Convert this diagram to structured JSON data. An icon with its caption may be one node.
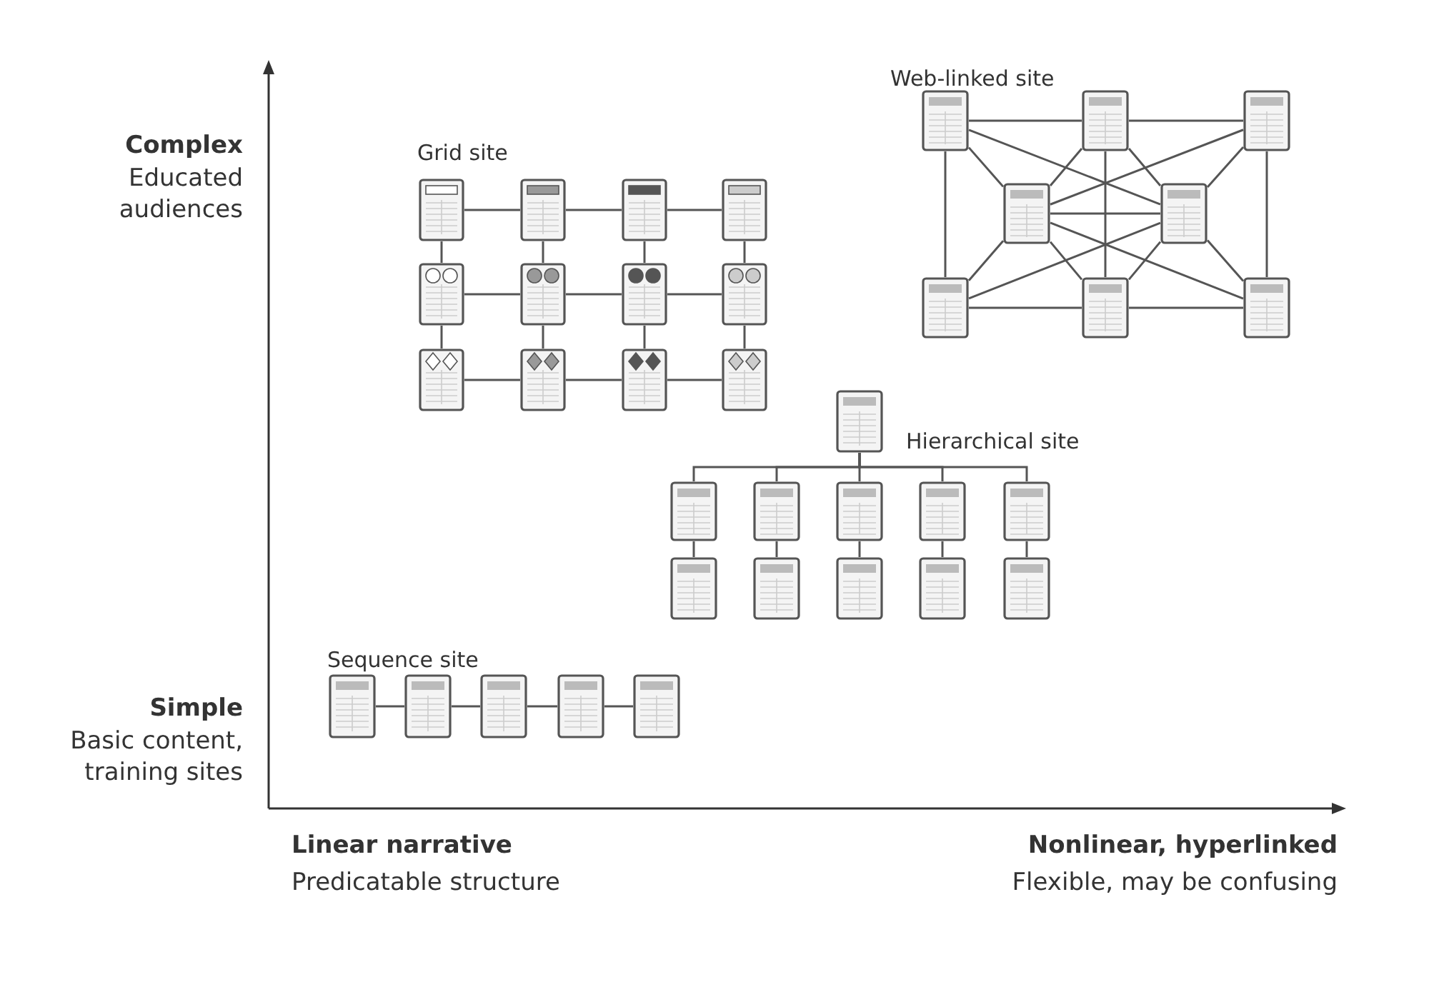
{
  "diagram": {
    "nodes": [
      {
        "text": [],
        "shape": "box"
      },
      {
        "text": [],
        "shape": "box"
      },
      {
        "text": [],
        "shape": "box"
      },
      {
        "text": [],
        "shape": "box"
      },
      {
        "text": [],
        "shape": "box"
      },
      {
        "text": [],
        "shape": "box"
      },
      {
        "text": [],
        "shape": "box"
      },
      {
        "text": [],
        "shape": "box"
      },
      {
        "text": [],
        "shape": "box"
      },
      {
        "text": [],
        "shape": "box"
      },
      {
        "text": [],
        "shape": "box"
      },
      {
        "text": [],
        "shape": "box"
      },
      {
        "text": [],
        "shape": "box"
      },
      {
        "text": [],
        "shape": "box"
      },
      {
        "text": [],
        "shape": "box"
      },
      {
        "text": [],
        "shape": "box"
      },
      {
        "text": [],
        "shape": "box"
      },
      {
        "text": [],
        "shape": "box"
      },
      {
        "text": [],
        "shape": "box"
      },
      {
        "text": [],
        "shape": "box"
      },
      {
        "text": [],
        "shape": "box"
      },
      {
        "text": [],
        "shape": "box"
      },
      {
        "text": [],
        "shape": "box"
      },
      {
        "text": [],
        "shape": "box"
      },
      {
        "text": [],
        "shape": "box"
      },
      {
        "text": [],
        "shape": "box"
      },
      {
        "text": [],
        "shape": "box"
      },
      {
        "text": [],
        "shape": "box"
      },
      {
        "text": [],
        "shape": "box"
      },
      {
        "text": [],
        "shape": "box"
      },
      {
        "text": [],
        "shape": "box"
      },
      {
        "text": [],
        "shape": "box"
      },
      {
        "text": [],
        "shape": "box"
      },
      {
        "text": [],
        "shape": "box"
      },
      {
        "text": [],
        "shape": "box"
      },
      {
        "text": [],
        "shape": "box"
      }
    ],
    "edges": [
      {
        "from": 0,
        "to": 1,
        "arrow": "none"
      },
      {
        "from": 1,
        "to": 2,
        "arrow": "none"
      },
      {
        "from": 0,
        "to": 5,
        "arrow": "none"
      },
      {
        "from": 2,
        "to": 7,
        "arrow": "none"
      },
      {
        "from": 5,
        "to": 6,
        "arrow": "none"
      },
      {
        "from": 6,
        "to": 7,
        "arrow": "none"
      },
      {
        "from": 1,
        "to": 6,
        "arrow": "none"
      },
      {
        "from": 0,
        "to": 3,
        "arrow": "none"
      },
      {
        "from": 1,
        "to": 3,
        "arrow": "none"
      },
      {
        "from": 5,
        "to": 3,
        "arrow": "none"
      },
      {
        "from": 6,
        "to": 3,
        "arrow": "none"
      },
      {
        "from": 1,
        "to": 4,
        "arrow": "none"
      },
      {
        "from": 2,
        "to": 4,
        "arrow": "none"
      },
      {
        "from": 6,
        "to": 4,
        "arrow": "none"
      },
      {
        "from": 7,
        "to": 4,
        "arrow": "none"
      },
      {
        "from": 3,
        "to": 4,
        "arrow": "none"
      },
      {
        "from": 0,
        "to": 4,
        "arrow": "none"
      },
      {
        "from": 2,
        "to": 3,
        "arrow": "none"
      },
      {
        "from": 5,
        "to": 4,
        "arrow": "none"
      },
      {
        "from": 7,
        "to": 3,
        "arrow": "none"
      },
      {
        "from": 8,
        "to": 9,
        "arrow": "none"
      },
      {
        "from": 9,
        "to": 10,
        "arrow": "none"
      },
      {
        "from": 10,
        "to": 11,
        "arrow": "none"
      },
      {
        "from": 12,
        "to": 13,
        "arrow": "none"
      },
      {
        "from": 13,
        "to": 14,
        "arrow": "none"
      },
      {
        "from": 14,
        "to": 15,
        "arrow": "none"
      },
      {
        "from": 16,
        "to": 17,
        "arrow": "none"
      },
      {
        "from": 17,
        "to": 18,
        "arrow": "none"
      },
      {
        "from": 18,
        "to": 19,
        "arrow": "none"
      },
      {
        "from": 8,
        "to": 12,
        "arrow": "none"
      },
      {
        "from": 12,
        "to": 16,
        "arrow": "none"
      },
      {
        "from": 9,
        "to": 13,
        "arrow": "none"
      },
      {
        "from": 13,
        "to": 17,
        "arrow": "none"
      },
      {
        "from": 10,
        "to": 14,
        "arrow": "none"
      },
      {
        "from": 14,
        "to": 18,
        "arrow": "none"
      },
      {
        "from": 11,
        "to": 15,
        "arrow": "none"
      },
      {
        "from": 15,
        "to": 19,
        "arrow": "none"
      },
      {
        "from": 20,
        "to": 21,
        "arrow": "none"
      },
      {
        "from": 20,
        "to": 22,
        "arrow": "none"
      },
      {
        "from": 20,
        "to": 23,
        "arrow": "none"
      },
      {
        "from": 20,
        "to": 24,
        "arrow": "none"
      },
      {
        "from": 20,
        "to": 25,
        "arrow": "none"
      },
      {
        "from": 21,
        "to": 26,
        "arrow": "none"
      },
      {
        "from": 22,
        "to": 27,
        "arrow": "none"
      },
      {
        "from": 23,
        "to": 28,
        "arrow": "none"
      },
      {
        "from": 24,
        "to": 29,
        "arrow": "none"
      },
      {
        "from": 25,
        "to": 30,
        "arrow": "none"
      },
      {
        "from": 31,
        "to": 32,
        "arrow": "none"
      },
      {
        "from": 32,
        "to": 33,
        "arrow": "none"
      },
      {
        "from": 33,
        "to": 34,
        "arrow": "none"
      },
      {
        "from": 34,
        "to": 35,
        "arrow": "none"
      }
    ],
    "labels": [
      "Web-linked site",
      "Complex",
      "Educated audiences",
      "Grid site",
      "Hierarchical site",
      "Sequence site",
      "Simple",
      "Basic content, training sites",
      "Linear narrative",
      "Nonlinear, hyperlinked",
      "Predicatable structure",
      "Flexible, may be confusing"
    ]
  }
}
